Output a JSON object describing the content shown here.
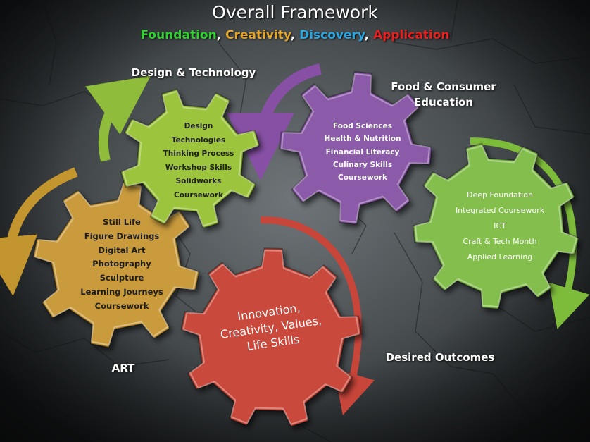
{
  "title": "Overall Framework",
  "subtitle": [
    {
      "text": "Foundation",
      "color": "#2fd12f"
    },
    {
      "text": "Creativity",
      "color": "#e2a62a"
    },
    {
      "text": "Discovery",
      "color": "#2ba6e0"
    },
    {
      "text": "Application",
      "color": "#e82020"
    }
  ],
  "labels": {
    "design_tech": "Design & Technology",
    "food_line1": "Food & Consumer",
    "food_line2": "Education",
    "art": "ART",
    "desired": "Desired Outcomes"
  },
  "gears": {
    "art": {
      "color": "#c99b3d",
      "items": [
        "Still Life",
        "Figure Drawings",
        "Digital Art",
        "Photography",
        "Sculpture",
        "Learning Journeys",
        "Coursework"
      ]
    },
    "design_tech": {
      "color": "#9cc53d",
      "items": [
        "Design",
        "Technologies",
        "Thinking Process",
        "Workshop Skills",
        "Solidworks",
        "Coursework"
      ]
    },
    "food": {
      "color": "#8b5aa8",
      "items": [
        "Food Sciences",
        "Health & Nutrition",
        "Financial Literacy",
        "Culinary Skills",
        "Coursework"
      ]
    },
    "desired": {
      "color": "#84bf4e",
      "items": [
        "Deep Foundation",
        "Integrated Coursework",
        "ICT",
        "Craft & Tech Month",
        "Applied Learning"
      ]
    },
    "core": {
      "color": "#c94a3c",
      "items": [
        "Innovation,",
        "Creativity, Values,",
        "Life Skills"
      ]
    }
  },
  "arrow_colors": {
    "art": "#c2952f",
    "design_tech": "#8fbc3a",
    "food": "#8750a5",
    "desired": "#7dbb3a",
    "core": "#c8453a"
  }
}
